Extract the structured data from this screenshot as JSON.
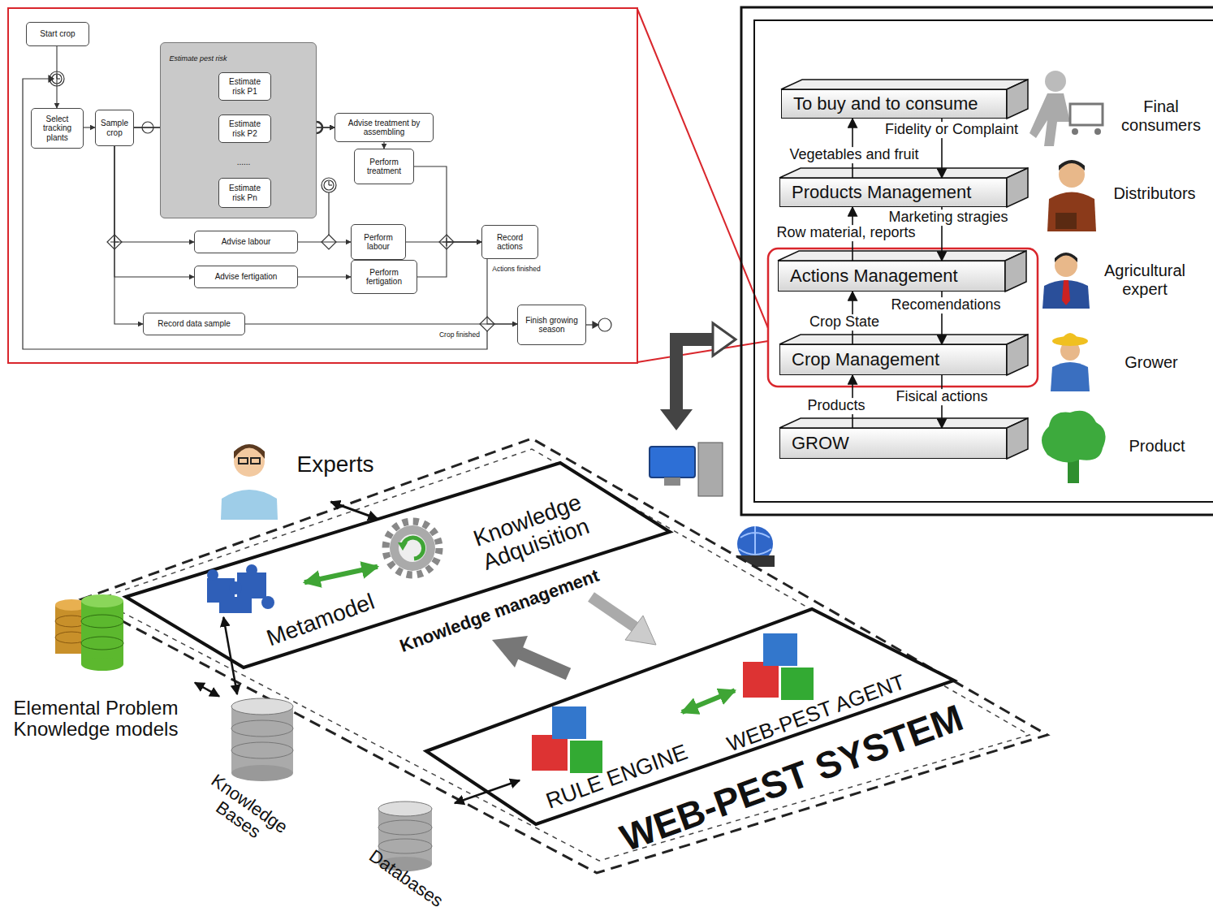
{
  "diagram": {
    "nodes": [
      {
        "text": [
          "Start crop"
        ]
      },
      {
        "text": [
          "Select tracking plants"
        ]
      },
      {
        "text": [
          "Sample crop"
        ]
      },
      {
        "text": [
          "Estimate pest risk"
        ]
      },
      {
        "text": [
          "Estimate risk P1"
        ],
        "in": 3
      },
      {
        "text": [
          "Estimate risk P2"
        ],
        "in": 3
      },
      {
        "text": [
          "Estimate risk Pn"
        ],
        "in": 3
      },
      {
        "text": [
          "Advise treatment by assembling"
        ]
      },
      {
        "text": [
          "Perform treatment"
        ]
      },
      {
        "text": [
          "Advise labour"
        ]
      },
      {
        "text": [
          "Perform labour"
        ]
      },
      {
        "text": [
          "Advise fertigation"
        ]
      },
      {
        "text": [
          "Perform fertigation"
        ]
      },
      {
        "text": [
          "Record actions"
        ]
      },
      {
        "text": [
          "Record data sample"
        ]
      },
      {
        "text": [
          "Finish growing season"
        ]
      },
      {
        "text": [
          "To buy and to consume"
        ]
      },
      {
        "text": [
          "Products Management"
        ]
      },
      {
        "text": [
          "Actions Management"
        ]
      },
      {
        "text": [
          "Crop Management"
        ]
      },
      {
        "text": [
          "GROW"
        ]
      },
      {
        "text": [
          "WEB-PEST SYSTEM"
        ]
      },
      {
        "text": [
          "Knowledge Adquisition"
        ],
        "in": 21
      },
      {
        "text": [
          "Metamodel"
        ],
        "in": 21
      },
      {
        "text": [
          "RULE ENGINE"
        ],
        "in": 21
      },
      {
        "text": [
          "WEB-PEST AGENT"
        ],
        "in": 21
      },
      {
        "text": [
          "Experts"
        ]
      },
      {
        "text": [
          "Elemental Problem Knowledge models"
        ]
      },
      {
        "text": [
          "Knowledge Bases"
        ]
      },
      {
        "text": [
          "Databases"
        ]
      }
    ],
    "edges": [
      {
        "from": 0,
        "to": 1,
        "arrow": "to"
      },
      {
        "from": 1,
        "to": 2,
        "arrow": "to"
      },
      {
        "from": 2,
        "to": 4,
        "arrow": "to"
      },
      {
        "from": 2,
        "to": 5,
        "arrow": "to"
      },
      {
        "from": 2,
        "to": 6,
        "arrow": "to"
      },
      {
        "from": 4,
        "to": 7,
        "arrow": "to"
      },
      {
        "from": 5,
        "to": 7,
        "arrow": "to"
      },
      {
        "from": 6,
        "to": 7,
        "arrow": "to"
      },
      {
        "from": 7,
        "to": 8,
        "arrow": "to"
      },
      {
        "from": 2,
        "to": 9,
        "arrow": "to"
      },
      {
        "from": 2,
        "to": 11,
        "arrow": "to"
      },
      {
        "from": 2,
        "to": 14,
        "arrow": "to"
      },
      {
        "from": 9,
        "to": 10,
        "arrow": "to"
      },
      {
        "from": 11,
        "to": 12,
        "arrow": "to"
      },
      {
        "from": 8,
        "to": 13,
        "arrow": "to"
      },
      {
        "from": 10,
        "to": 13,
        "arrow": "to"
      },
      {
        "from": 12,
        "to": 13,
        "arrow": "to"
      },
      {
        "from": 13,
        "to": 15,
        "arrow": "to"
      },
      {
        "from": 14,
        "to": 15,
        "arrow": "to"
      },
      {
        "from": 17,
        "to": 16,
        "arrow": "to",
        "label": "Vegetables and fruit"
      },
      {
        "from": 16,
        "to": 17,
        "arrow": "to",
        "label": "Fidelity or Complaint"
      },
      {
        "from": 18,
        "to": 17,
        "arrow": "to",
        "label": "Row material, reports"
      },
      {
        "from": 17,
        "to": 18,
        "arrow": "to",
        "label": "Marketing stragies"
      },
      {
        "from": 19,
        "to": 18,
        "arrow": "to",
        "label": "Crop State"
      },
      {
        "from": 18,
        "to": 19,
        "arrow": "to",
        "label": "Recomendations"
      },
      {
        "from": 20,
        "to": 19,
        "arrow": "to",
        "label": "Products"
      },
      {
        "from": 19,
        "to": 20,
        "arrow": "to",
        "label": "Fisical actions"
      },
      {
        "from": 26,
        "to": 22,
        "arrow": "both"
      },
      {
        "from": 23,
        "to": 22,
        "arrow": "both"
      },
      {
        "from": 24,
        "to": 25,
        "arrow": "both"
      },
      {
        "from": 27,
        "to": 28,
        "arrow": "both"
      },
      {
        "from": 28,
        "to": 23,
        "arrow": "both"
      },
      {
        "from": 29,
        "to": 24,
        "arrow": "both"
      }
    ],
    "labels": [
      "......",
      "Actions finished",
      "Crop finished",
      "Final consumers",
      "Distributors",
      "Agricultural expert",
      "Grower",
      "Product",
      "Knowledge management"
    ]
  }
}
